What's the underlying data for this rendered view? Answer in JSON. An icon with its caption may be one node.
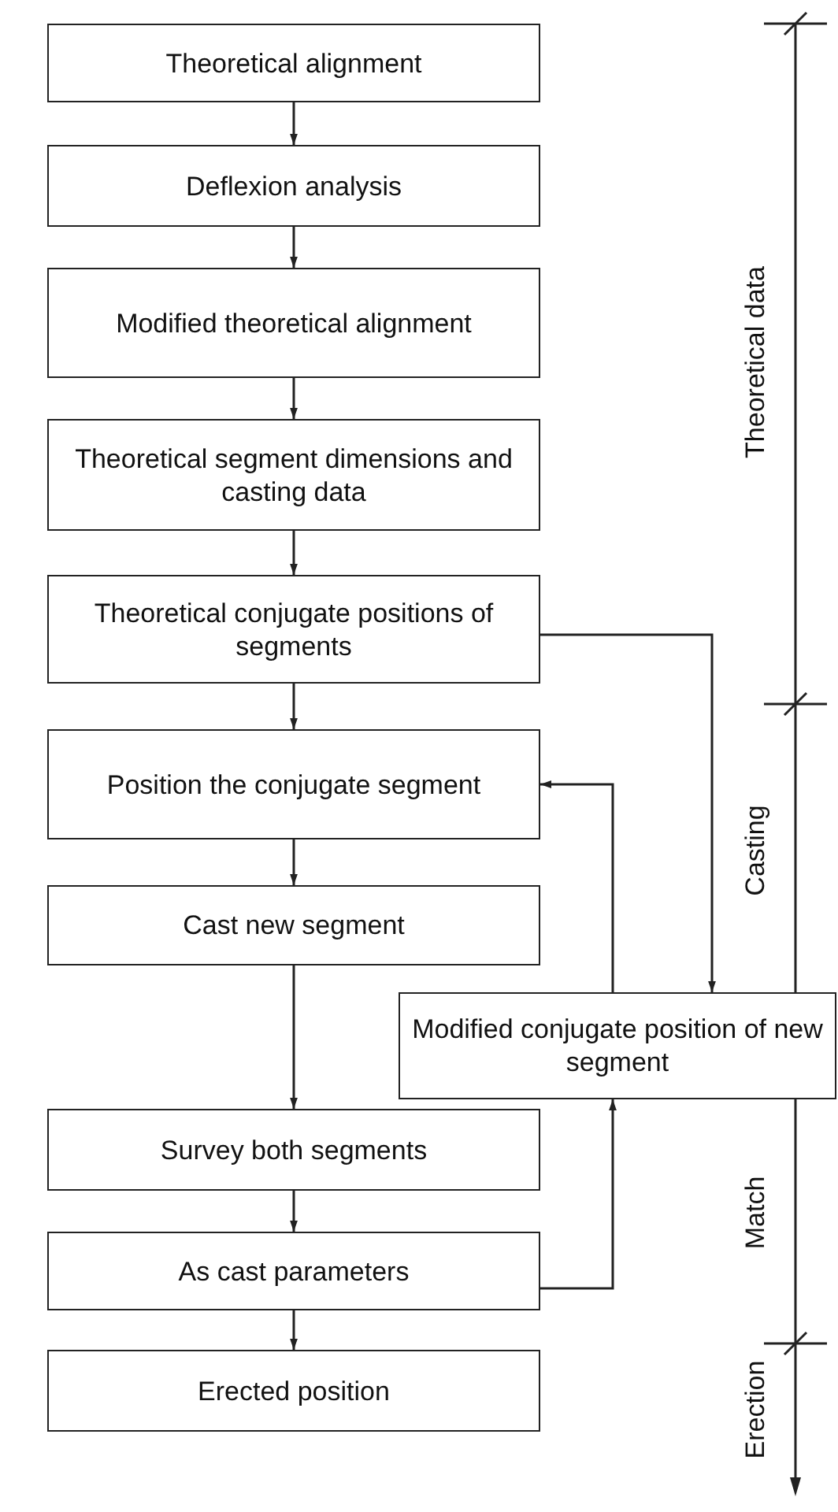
{
  "diagram": {
    "nodes": [
      {
        "text": [
          "Theoretical alignment"
        ]
      },
      {
        "text": [
          "Deflexion analysis"
        ]
      },
      {
        "text": [
          "Modified theoretical alignment"
        ]
      },
      {
        "text": [
          "Theoretical segment dimensions and casting data"
        ]
      },
      {
        "text": [
          "Theoretical conjugate positions of segments"
        ]
      },
      {
        "text": [
          "Position the conjugate segment"
        ]
      },
      {
        "text": [
          "Cast new segment"
        ]
      },
      {
        "text": [
          "Survey both segments"
        ]
      },
      {
        "text": [
          "As cast parameters"
        ]
      },
      {
        "text": [
          "Erected position"
        ]
      },
      {
        "text": [
          "Modified conjugate position of new segment"
        ]
      }
    ],
    "edges": [
      {
        "from": 0,
        "to": 1,
        "arrow": "to"
      },
      {
        "from": 1,
        "to": 2,
        "arrow": "to"
      },
      {
        "from": 2,
        "to": 3,
        "arrow": "to"
      },
      {
        "from": 3,
        "to": 4,
        "arrow": "to"
      },
      {
        "from": 4,
        "to": 5,
        "arrow": "to"
      },
      {
        "from": 5,
        "to": 6,
        "arrow": "to"
      },
      {
        "from": 6,
        "to": 7,
        "arrow": "to"
      },
      {
        "from": 7,
        "to": 8,
        "arrow": "to"
      },
      {
        "from": 8,
        "to": 9,
        "arrow": "to"
      },
      {
        "from": 4,
        "to": 10,
        "arrow": "to"
      },
      {
        "from": 10,
        "to": 5,
        "arrow": "to"
      },
      {
        "from": 8,
        "to": 10,
        "arrow": "to"
      }
    ],
    "labels": [
      "Theoretical data",
      "Casting",
      "Match",
      "Erection"
    ]
  }
}
